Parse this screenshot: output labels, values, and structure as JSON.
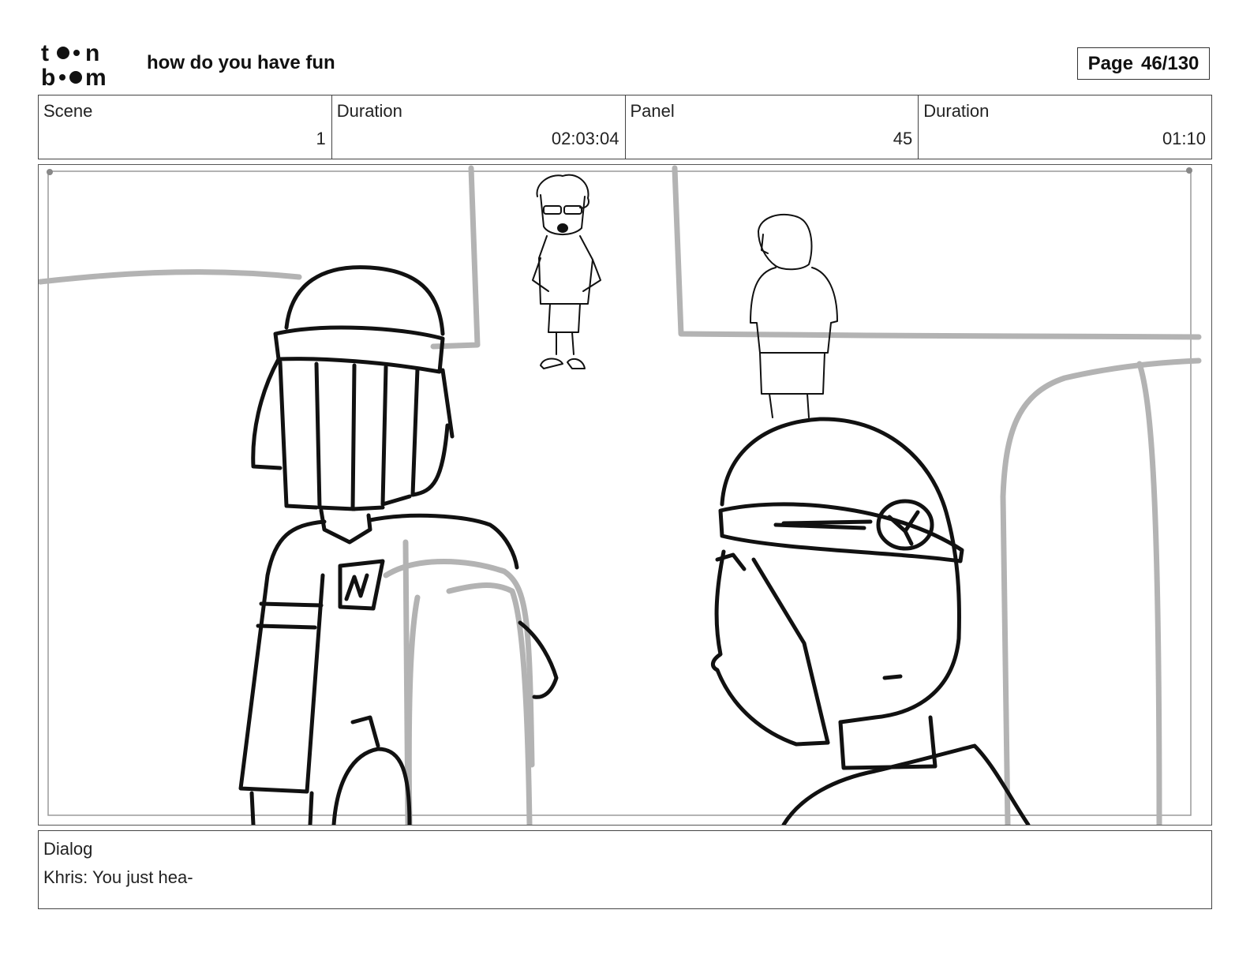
{
  "header": {
    "logo_line1": "toon",
    "logo_line2": "boom",
    "project_title": "how do you have fun",
    "page_label": "Page",
    "page_number": "46/130"
  },
  "info": {
    "scene_label": "Scene",
    "scene_value": "1",
    "scene_duration_label": "Duration",
    "scene_duration_value": "02:03:04",
    "panel_label": "Panel",
    "panel_value": "45",
    "panel_duration_label": "Duration",
    "panel_duration_value": "01:10"
  },
  "dialog": {
    "label": "Dialog",
    "text": "Khris: You just hea-"
  },
  "colors": {
    "sketch_line": "#111111",
    "background_line": "#b3b3b3",
    "frame_border": "#555555"
  }
}
